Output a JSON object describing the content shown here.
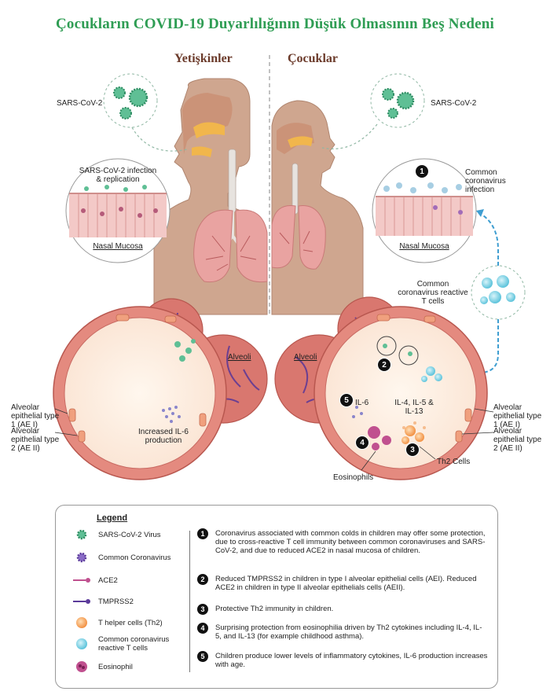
{
  "title": "Çocukların COVID-19 Duyarlılığının Düşük Olmasının Beş Nedeni",
  "columns": {
    "adults": "Yetişkinler",
    "children": "Çocuklar"
  },
  "adult_labels": {
    "virus": "SARS-CoV-2",
    "infection": "SARS-CoV-2 infection & replication",
    "mucosa": "Nasal Mucosa",
    "alveoli": "Alveoli",
    "ae1": "Alveolar epithelial type 1 (AE I)",
    "ae2": "Alveolar epithelial type 2 (AE II)",
    "il6": "Increased IL-6 production"
  },
  "child_labels": {
    "virus": "SARS-CoV-2",
    "common_infection": "Common coronavirus infection",
    "mucosa": "Nasal Mucosa",
    "reactive_t": "Common coronavirus reactive T cells",
    "alveoli": "Alveoli",
    "ae1": "Alveolar epithelial type 1 (AE I)",
    "ae2": "Alveolar epithelial type 2 (AE II)",
    "il6": "IL-6",
    "il4": "IL-4, IL-5 & IL-13",
    "th2": "Th2 Cells",
    "eos": "Eosinophils"
  },
  "markers": [
    "1",
    "2",
    "3",
    "4",
    "5"
  ],
  "legend": {
    "title": "Legend",
    "items": [
      {
        "label": "SARS-CoV-2 Virus",
        "icon": "sars-cov-2-virus-icon"
      },
      {
        "label": "Common Coronavirus",
        "icon": "common-coronavirus-icon"
      },
      {
        "label": "ACE2",
        "icon": "ace2-receptor-icon"
      },
      {
        "label": "TMPRSS2",
        "icon": "tmprss2-icon"
      },
      {
        "label": "T helper cells (Th2)",
        "icon": "th2-cell-icon"
      },
      {
        "label": "Common coronavirus reactive T cells",
        "icon": "reactive-t-cell-icon"
      },
      {
        "label": "Eosinophil",
        "icon": "eosinophil-icon"
      }
    ],
    "reasons": [
      {
        "num": "1",
        "text": "Coronavirus associated with common colds in children may offer some protection, due to cross-reactive T cell immunity between common coronaviruses and SARS-CoV-2, and due to reduced ACE2 in nasal mucosa of children."
      },
      {
        "num": "2",
        "text": "Reduced TMPRSS2 in children in type I alveolar epithelial cells (AEI). Reduced ACE2 in children in type II alveolar epithelials cells (AEII)."
      },
      {
        "num": "3",
        "text": "Protective Th2 immunity in children."
      },
      {
        "num": "4",
        "text": "Surprising protection from eosinophilia driven by Th2 cytokines including IL-4, IL-5, and IL-13 (for example childhood asthma)."
      },
      {
        "num": "5",
        "text": "Children produce lower levels of inflammatory cytokines, IL-6 production increases with age."
      }
    ]
  },
  "colors": {
    "title": "#2f9d54",
    "heading": "#6b3a2a",
    "skin": "#cfa68f",
    "lung": "#e9a3a1",
    "alveoli": "#d9776f",
    "virus": "#5fbf95",
    "t_cell": "#6fcfe0"
  }
}
